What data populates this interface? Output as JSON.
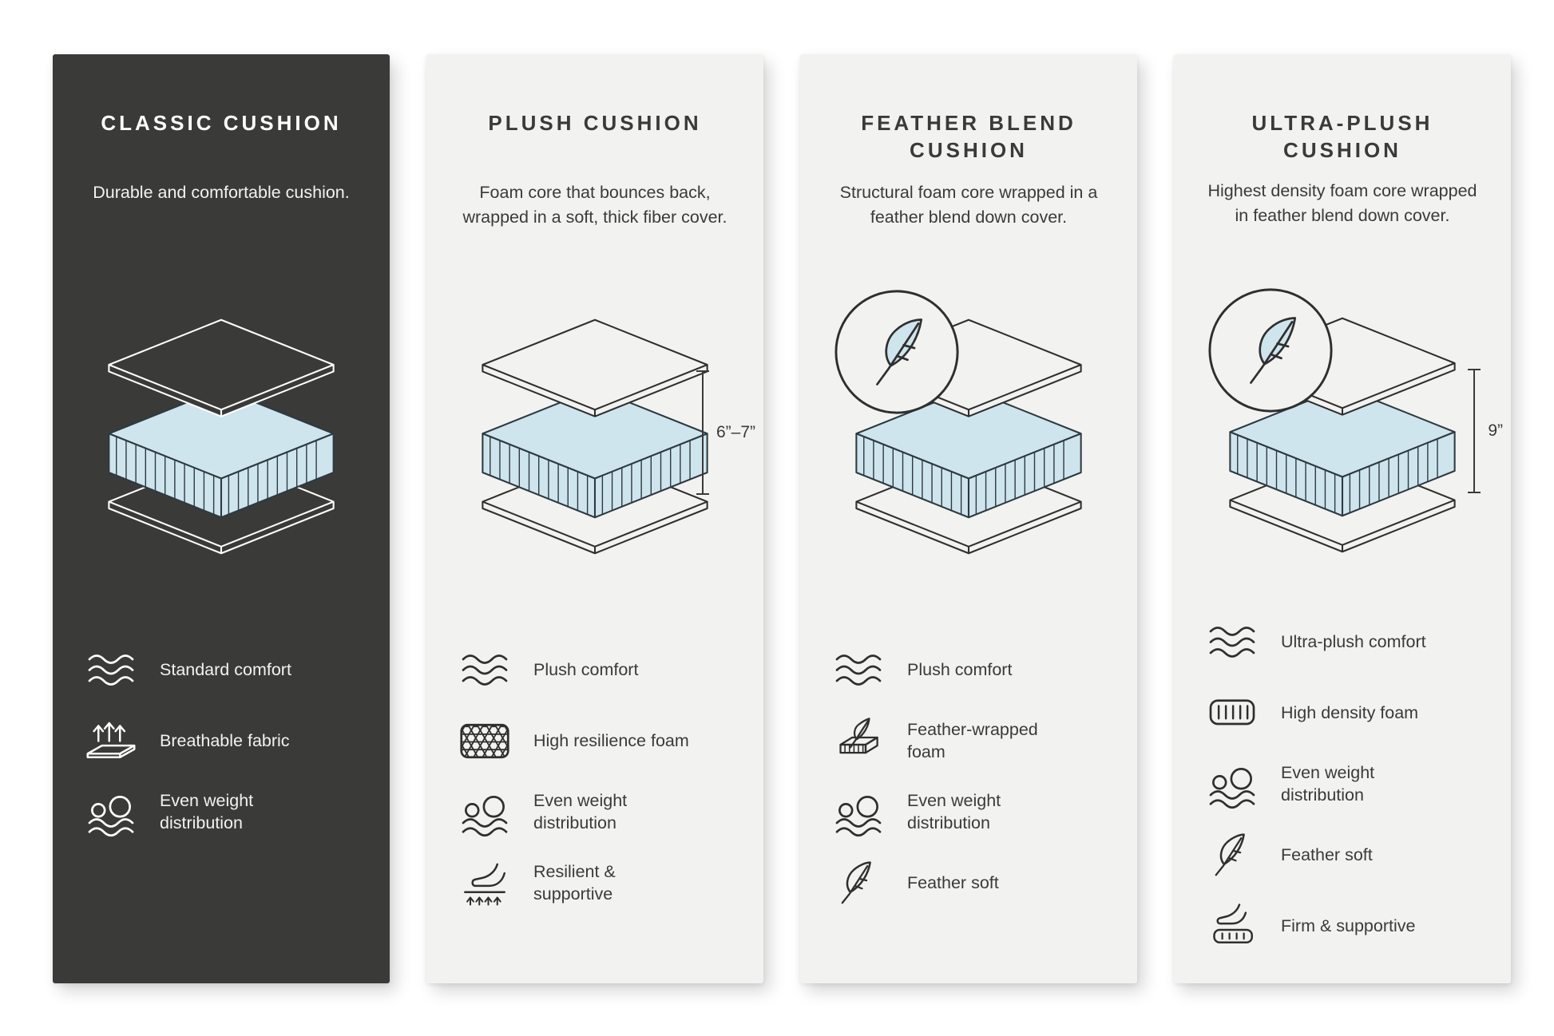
{
  "page": {
    "background": "#ffffff"
  },
  "colors": {
    "dark_panel_bg": "#3a3a38",
    "light_panel_bg": "#f2f2f0",
    "foam_blue": "#cfe5ee",
    "line_dark": "#2f2f2f",
    "text_dark": "#3a3a3a",
    "text_light": "#ffffff"
  },
  "panels": [
    {
      "title": "CLASSIC CUSHION",
      "description": "Durable and comfortable cushion.",
      "measurement": null,
      "features": [
        {
          "icon": "waves-icon",
          "label": "Standard comfort"
        },
        {
          "icon": "breathable-icon",
          "label": "Breathable fabric"
        },
        {
          "icon": "weight-distribution-icon",
          "label": "Even weight distribution"
        }
      ]
    },
    {
      "title": "PLUSH CUSHION",
      "description": "Foam core that bounces back, wrapped in a soft, thick fiber cover.",
      "measurement": "6”–7”",
      "features": [
        {
          "icon": "waves-icon",
          "label": "Plush comfort"
        },
        {
          "icon": "honeycomb-icon",
          "label": "High resilience foam"
        },
        {
          "icon": "weight-distribution-icon",
          "label": "Even weight distribution"
        },
        {
          "icon": "resilient-icon",
          "label": "Resilient & supportive"
        }
      ]
    },
    {
      "title": "FEATHER BLEND CUSHION",
      "description": "Structural foam core wrapped in a feather blend down cover.",
      "measurement": null,
      "features": [
        {
          "icon": "waves-icon",
          "label": "Plush comfort"
        },
        {
          "icon": "feather-wrapped-icon",
          "label": "Feather-wrapped foam"
        },
        {
          "icon": "weight-distribution-icon",
          "label": "Even weight distribution"
        },
        {
          "icon": "feather-icon",
          "label": "Feather soft"
        }
      ]
    },
    {
      "title": "ULTRA-PLUSH CUSHION",
      "description": "Highest density foam core wrapped in feather blend down cover.",
      "measurement": "9”",
      "features": [
        {
          "icon": "waves-icon",
          "label": "Ultra-plush comfort"
        },
        {
          "icon": "high-density-icon",
          "label": "High density foam"
        },
        {
          "icon": "weight-distribution-icon",
          "label": "Even weight distribution"
        },
        {
          "icon": "feather-icon",
          "label": "Feather soft"
        },
        {
          "icon": "firm-supportive-icon",
          "label": "Firm & supportive"
        }
      ]
    }
  ]
}
